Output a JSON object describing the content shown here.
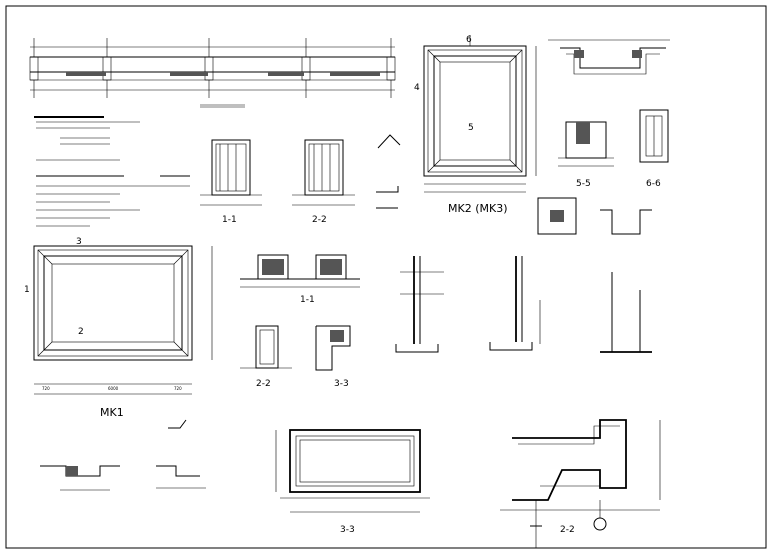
{
  "sheet": {
    "frame_color": "#000000",
    "background": "#ffffff"
  },
  "labels": {
    "mk2": "MK2 (MK3)",
    "mk1": "MK1",
    "section_1_1_a": "1-1",
    "section_2_2_a": "2-2",
    "section_1_1_b": "1-1",
    "section_2_2_b": "2-2",
    "section_3_3_a": "3-3",
    "section_3_3_b": "3-3",
    "section_2_2_c": "2-2",
    "section_5_5": "5-5",
    "section_6_6": "6-6",
    "plan_mark_1": "1",
    "plan_mark_2": "2",
    "plan_mark_3": "3",
    "plan_mark_4": "4",
    "plan_mark_5": "5",
    "plan_mark_6": "6",
    "dim_6000": "6000",
    "dim_720a": "720",
    "dim_720b": "720"
  }
}
